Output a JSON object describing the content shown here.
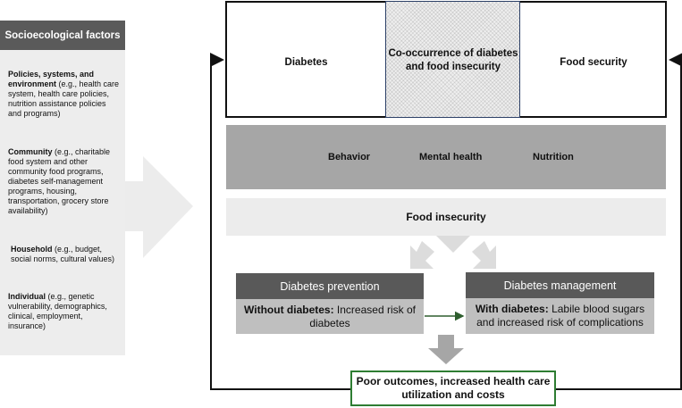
{
  "left_panel": {
    "header": "Socioecological factors",
    "factors": [
      {
        "bold": "Policies, systems, and environment",
        "detail": " (e.g., health care system, health care policies, nutrition assistance policies and programs)"
      },
      {
        "bold": "Community",
        "detail": " (e.g., charitable food system and other community food programs, diabetes self-management programs, housing, transportation, grocery store availability)"
      },
      {
        "bold": "Household",
        "detail": " (e.g., budget, social norms, cultural values)"
      },
      {
        "bold": "Individual",
        "detail": " (e.g., genetic vulnerability, demographics, clinical, employment, insurance)"
      }
    ]
  },
  "top_boxes": {
    "diabetes": "Diabetes",
    "cooccurrence": "Co-occurrence of diabetes and food insecurity",
    "food_security": "Food security"
  },
  "mediators": [
    "Behavior",
    "Mental health",
    "Nutrition"
  ],
  "food_insecurity": "Food insecurity",
  "prevention": {
    "title": "Diabetes prevention",
    "bold": "Without diabetes:",
    "text": " Increased risk of diabetes"
  },
  "management": {
    "title": "Diabetes management",
    "bold": "With diabetes:",
    "text": " Labile blood sugars and increased risk of complications"
  },
  "outcomes": "Poor outcomes, increased health care utilization and costs",
  "colors": {
    "dark_gray": "#595959",
    "light_gray": "#bfbfbf",
    "band_gray": "#a6a6a6",
    "outcome_border": "#2e7d32",
    "cooccur_border": "#2b3f66",
    "connector_arrow": "#2e5e2e"
  }
}
